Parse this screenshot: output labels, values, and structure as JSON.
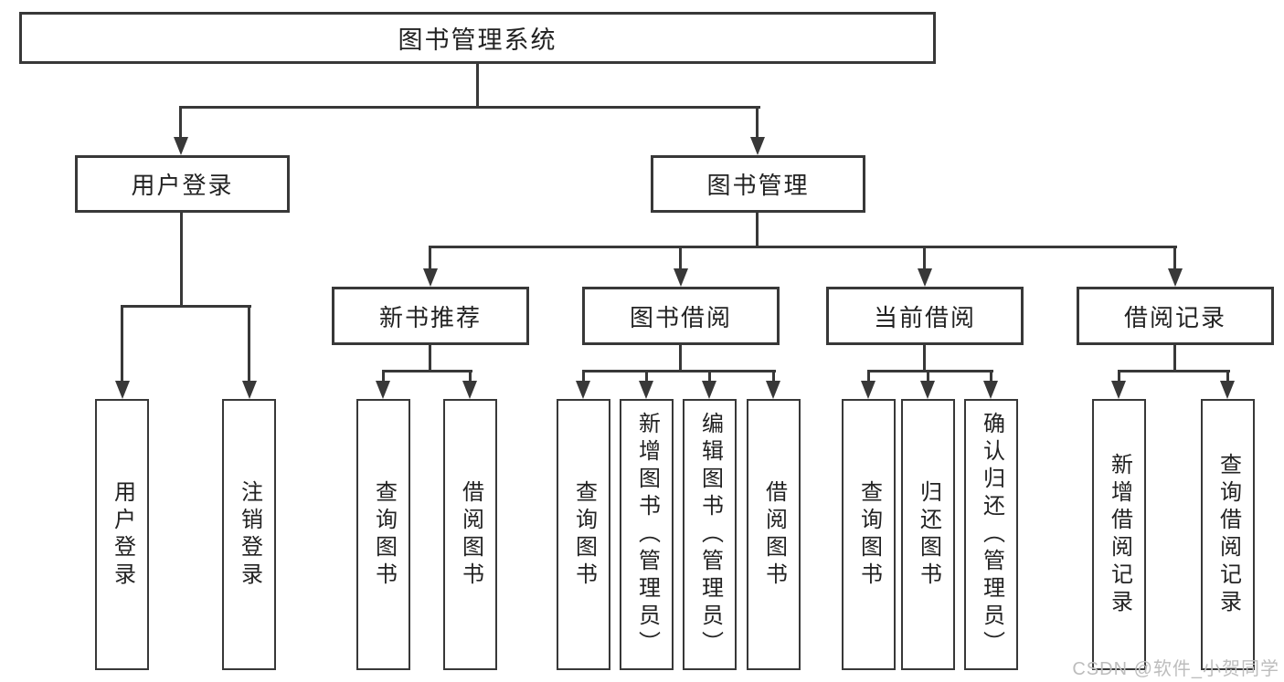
{
  "colors": {
    "line": "#383838",
    "box_border": "#383838",
    "box_fill": "#ffffff",
    "text": "#222222",
    "watermark": "#bdbdbd"
  },
  "root": {
    "label": "图书管理系统"
  },
  "level2": {
    "user_login": {
      "label": "用户登录"
    },
    "book_mgmt": {
      "label": "图书管理"
    }
  },
  "level3": [
    "新书推荐",
    "图书借阅",
    "当前借阅",
    "借阅记录"
  ],
  "leaves": {
    "user_login": [
      "用户登录",
      "注销登录"
    ],
    "new_book_rec": [
      "查询图书",
      "借阅图书"
    ],
    "book_borrow": [
      "查询图书",
      "新增图书（管理员）",
      "编辑图书（管理员）",
      "借阅图书"
    ],
    "current_borrow": [
      "查询图书",
      "归还图书",
      "确认归还（管理员）"
    ],
    "borrow_record": [
      "新增借阅记录",
      "查询借阅记录"
    ]
  },
  "watermark": "CSDN @软件_小贺同学"
}
